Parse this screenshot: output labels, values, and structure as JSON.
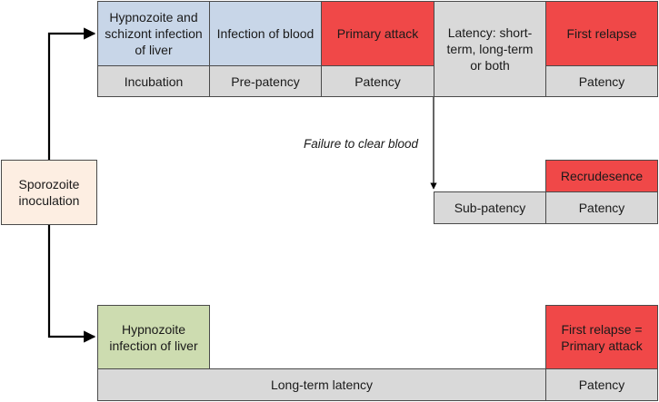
{
  "nodes": {
    "sporozoite": "Sporozoite inoculation",
    "hypno_schizont": "Hypnozoite and schizont infection of liver",
    "infection_blood": "Infection of blood",
    "primary_attack": "Primary attack",
    "latency": "Latency: short-term, long-term or both",
    "first_relapse": "First relapse",
    "incubation": "Incubation",
    "pre_patency": "Pre-patency",
    "patency_1": "Patency",
    "patency_2": "Patency",
    "recrudesence": "Recrudesence",
    "sub_patency": "Sub-patency",
    "patency_3": "Patency",
    "hypnozoite_liver": "Hypnozoite infection of liver",
    "first_relapse_primary": "First relapse = Primary attack",
    "long_term_latency": "Long-term latency",
    "patency_4": "Patency"
  },
  "edges": {
    "failure_label": "Failure to clear blood"
  },
  "colors": {
    "blue": "#c8d6e8",
    "red": "#f04848",
    "gray": "#d9d9d9",
    "peach": "#fdeee2",
    "green": "#cddcb0"
  }
}
